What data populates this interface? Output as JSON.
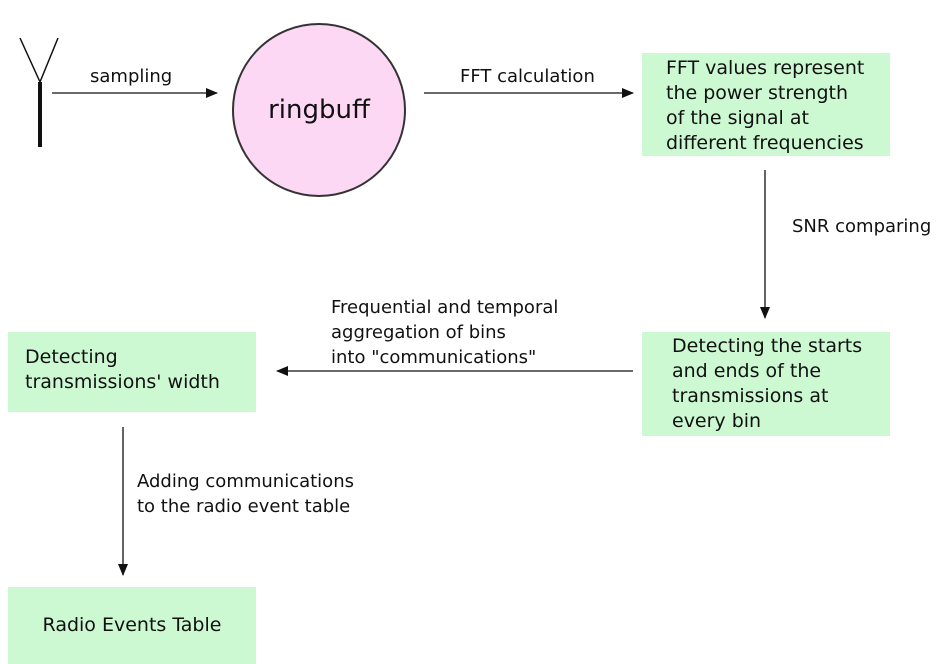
{
  "nodes": {
    "ringbuff": "ringbuff",
    "fft_values": [
      "FFT values represent",
      "the power strength",
      "of the signal at",
      "different frequencies"
    ],
    "detect_starts": [
      "Detecting the starts",
      "and ends of the",
      "transmissions at",
      "every bin"
    ],
    "detect_width": [
      "Detecting",
      "transmissions' width"
    ],
    "radio_events": "Radio Events Table"
  },
  "edges": {
    "sampling": "sampling",
    "fft_calc": "FFT calculation",
    "snr": "SNR comparing",
    "aggregation": [
      "Frequential and temporal",
      "aggregation of bins",
      "into \"communications\""
    ],
    "adding": [
      "Adding communications",
      "to the radio event table"
    ]
  }
}
